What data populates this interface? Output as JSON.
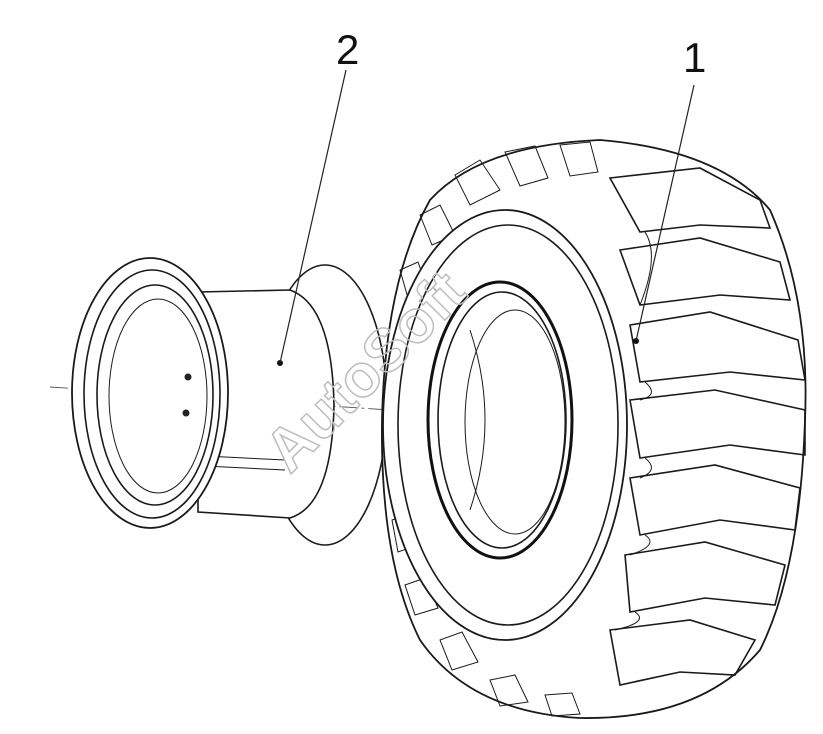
{
  "callouts": {
    "tire": "1",
    "rim": "2"
  },
  "watermark": "AutoSoft",
  "colors": {
    "line": "#1a1a1a",
    "background": "#ffffff",
    "watermark": "#bdbdbd"
  }
}
